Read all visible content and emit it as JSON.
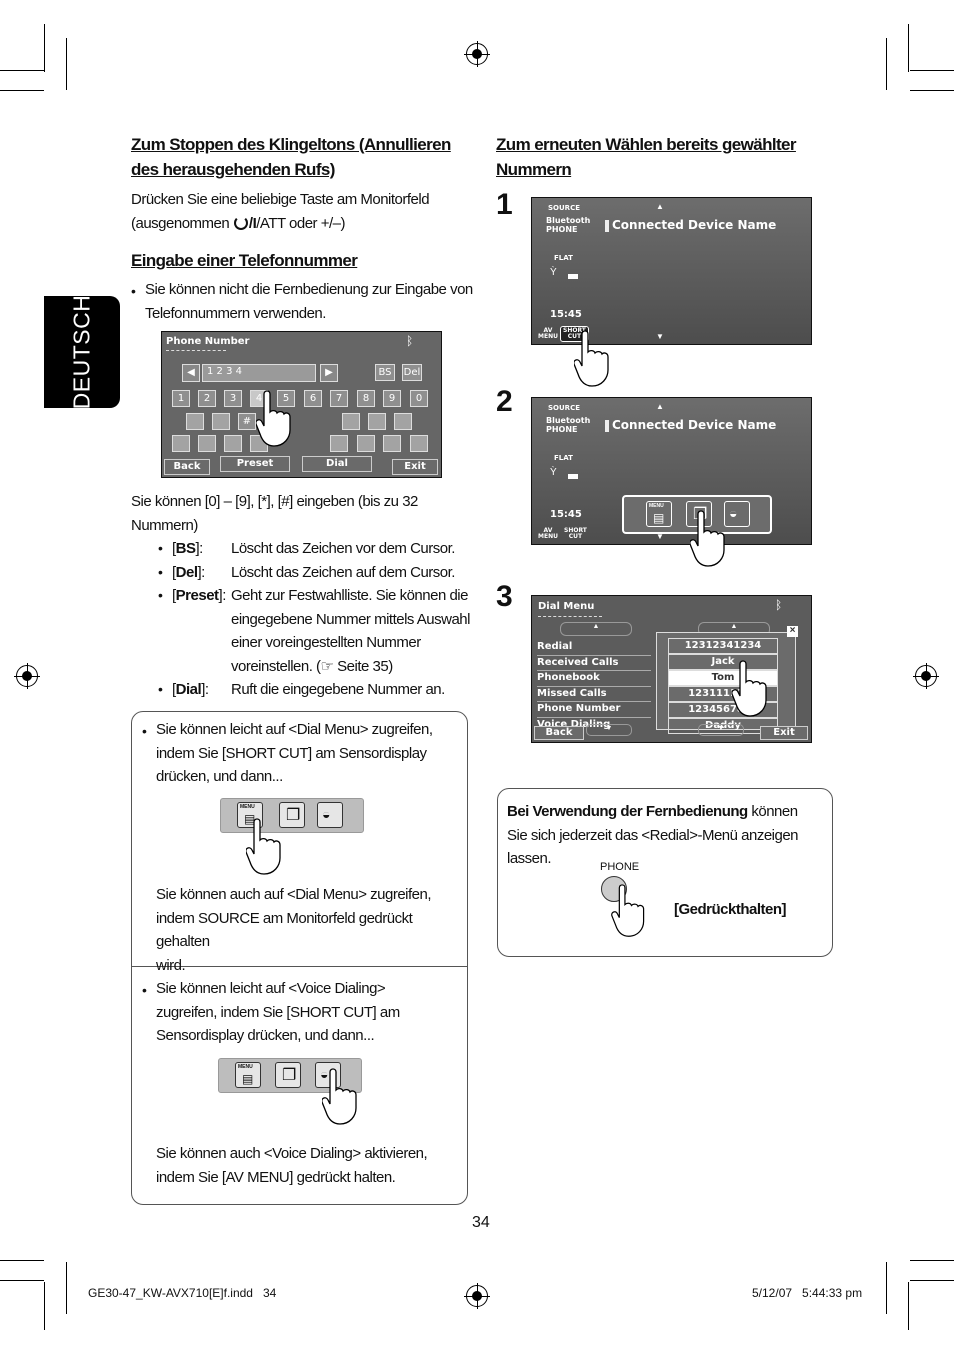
{
  "side_tab": "DEUTSCH",
  "left": {
    "heading1": [
      "Zum Stoppen des Klingeltons (Annullieren",
      "des herausgehenden Rufs)"
    ],
    "para1_line1": "Drücken Sie eine beliebige Taste am Monitorfeld",
    "para1_line2_pre": "(ausgenommen ",
    "para1_line2_post": "/ATT oder +/–)",
    "heading2": "Eingabe einer Telefonnummer",
    "bullet1": [
      "Sie können nicht die Fernbedienung zur Eingabe von",
      "Telefonnummern verwenden."
    ],
    "entry_text": [
      "Sie können [0] – [9], [*], [#] eingeben (bis zu 32",
      "Nummern)"
    ],
    "defs": [
      {
        "term": "BS",
        "desc": [
          "Löscht das Zeichen vor dem Cursor."
        ]
      },
      {
        "term": "Del",
        "desc": [
          "Löscht das Zeichen auf dem Cursor."
        ]
      },
      {
        "term": "Preset",
        "desc": [
          "Geht zur Festwahlliste. Sie können die",
          "eingegebene Nummer mittels Auswahl",
          "einer voreingestellten Nummer",
          "voreinstellen. (☞ Seite 35)"
        ]
      },
      {
        "term": "Dial",
        "desc": [
          "Ruft die eingegebene Nummer an."
        ]
      }
    ],
    "box1_a": [
      "Sie können leicht auf <Dial Menu> zugreifen,",
      "indem Sie [SHORT CUT] am Sensordisplay",
      "drücken, und dann..."
    ],
    "box1_b": [
      "Sie können auch auf <Dial Menu> zugreifen,",
      "indem SOURCE am Monitorfeld gedrückt gehalten",
      "wird."
    ],
    "box2_a": [
      "Sie können leicht auf <Voice Dialing>",
      "zugreifen, indem Sie [SHORT CUT] am",
      "Sensordisplay drücken, und dann..."
    ],
    "box2_b": [
      "Sie können auch <Voice Dialing> aktivieren,",
      "indem Sie [AV MENU] gedrückt halten."
    ]
  },
  "keypad": {
    "title": "Phone Number",
    "input": "1 2 3 4",
    "bs": "BS",
    "del": "Del",
    "digits": [
      "1",
      "2",
      "3",
      "4",
      "5",
      "6",
      "7",
      "8",
      "9",
      "0"
    ],
    "hash": "#",
    "back": "Back",
    "preset": "Preset",
    "dial": "Dial",
    "exit": "Exit"
  },
  "right": {
    "heading": [
      "Zum erneuten Wählen bereits gewählter",
      "Nummern"
    ],
    "steps": [
      "1",
      "2",
      "3"
    ],
    "screen": {
      "source": "SOURCE",
      "bt1": "Bluetooth",
      "bt2": "PHONE",
      "device": "Connected Device Name",
      "flat": "FLAT",
      "time": "15:45",
      "av1": "AV",
      "av2": "MENU",
      "sc1": "SHORT",
      "sc2": "CUT"
    },
    "menu_label": "MENU",
    "dial_menu": {
      "title": "Dial Menu",
      "items": [
        "Redial",
        "Received Calls",
        "Phonebook",
        "Missed Calls",
        "Phone Number",
        "Voice Dialing"
      ],
      "numbers": [
        "12312341234",
        "Jack",
        "Tom",
        "1231111123",
        "1234567890",
        "Daddy"
      ],
      "back": "Back",
      "exit": "Exit"
    },
    "remote_box": {
      "line1_bold": "Bei Verwendung der Fernbedienung",
      "line1_rest": " können",
      "line2": "Sie sich jederzeit das <Redial>-Menü anzeigen",
      "line3": "lassen.",
      "phone_label": "PHONE",
      "hold": "[Gedrückthalten]"
    }
  },
  "page_number": "34",
  "footer": {
    "file": "GE30-47_KW-AVX710[E]f.indd   34",
    "date": "5/12/07   5:44:33 pm"
  }
}
